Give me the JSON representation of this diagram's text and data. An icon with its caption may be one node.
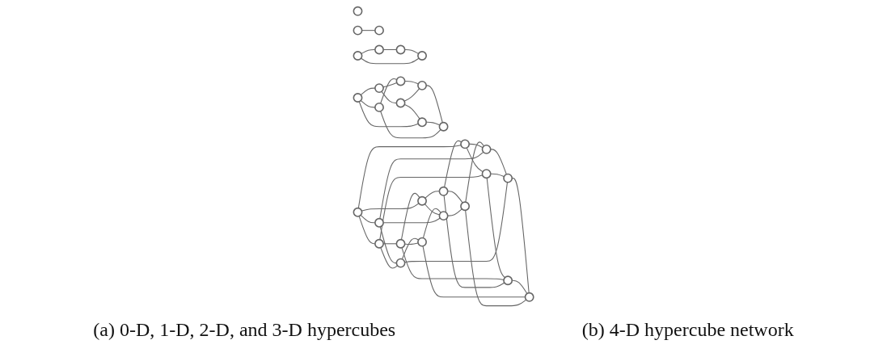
{
  "diagram": {
    "nodes": [
      {
        "text": [],
        "shape": "circle"
      },
      {
        "text": [],
        "shape": "circle"
      },
      {
        "text": [],
        "shape": "circle"
      },
      {
        "text": [],
        "shape": "circle"
      },
      {
        "text": [],
        "shape": "circle"
      },
      {
        "text": [],
        "shape": "circle"
      },
      {
        "text": [],
        "shape": "circle"
      },
      {
        "text": [],
        "shape": "circle"
      },
      {
        "text": [],
        "shape": "circle"
      },
      {
        "text": [],
        "shape": "circle"
      },
      {
        "text": [],
        "shape": "circle"
      },
      {
        "text": [],
        "shape": "circle"
      },
      {
        "text": [],
        "shape": "circle"
      },
      {
        "text": [],
        "shape": "circle"
      },
      {
        "text": [],
        "shape": "circle"
      },
      {
        "text": [],
        "shape": "circle"
      },
      {
        "text": [],
        "shape": "circle"
      },
      {
        "text": [],
        "shape": "circle"
      },
      {
        "text": [],
        "shape": "circle"
      },
      {
        "text": [],
        "shape": "circle"
      },
      {
        "text": [],
        "shape": "circle"
      },
      {
        "text": [],
        "shape": "circle"
      },
      {
        "text": [],
        "shape": "circle"
      },
      {
        "text": [],
        "shape": "circle"
      },
      {
        "text": [],
        "shape": "circle"
      },
      {
        "text": [],
        "shape": "circle"
      },
      {
        "text": [],
        "shape": "circle"
      },
      {
        "text": [],
        "shape": "circle"
      },
      {
        "text": [],
        "shape": "circle"
      },
      {
        "text": [],
        "shape": "circle"
      },
      {
        "text": [],
        "shape": "circle"
      }
    ],
    "edges": [
      {
        "from": 1,
        "to": 2,
        "arrow": "none"
      },
      {
        "from": 3,
        "to": 4,
        "arrow": "none"
      },
      {
        "from": 4,
        "to": 6,
        "arrow": "none"
      },
      {
        "from": 6,
        "to": 5,
        "arrow": "none"
      },
      {
        "from": 5,
        "to": 3,
        "arrow": "none"
      },
      {
        "from": 7,
        "to": 8,
        "arrow": "none"
      },
      {
        "from": 8,
        "to": 12,
        "arrow": "none"
      },
      {
        "from": 12,
        "to": 11,
        "arrow": "none"
      },
      {
        "from": 11,
        "to": 7,
        "arrow": "none"
      },
      {
        "from": 9,
        "to": 10,
        "arrow": "none"
      },
      {
        "from": 10,
        "to": 14,
        "arrow": "none"
      },
      {
        "from": 14,
        "to": 13,
        "arrow": "none"
      },
      {
        "from": 13,
        "to": 9,
        "arrow": "none"
      },
      {
        "from": 9,
        "to": 7,
        "arrow": "none"
      },
      {
        "from": 10,
        "to": 8,
        "arrow": "none"
      },
      {
        "from": 13,
        "to": 11,
        "arrow": "none"
      },
      {
        "from": 14,
        "to": 12,
        "arrow": "none"
      },
      {
        "from": 15,
        "to": 16,
        "arrow": "none"
      },
      {
        "from": 16,
        "to": 20,
        "arrow": "none"
      },
      {
        "from": 20,
        "to": 19,
        "arrow": "none"
      },
      {
        "from": 19,
        "to": 15,
        "arrow": "none"
      },
      {
        "from": 17,
        "to": 18,
        "arrow": "none"
      },
      {
        "from": 18,
        "to": 22,
        "arrow": "none"
      },
      {
        "from": 22,
        "to": 21,
        "arrow": "none"
      },
      {
        "from": 21,
        "to": 17,
        "arrow": "none"
      },
      {
        "from": 17,
        "to": 15,
        "arrow": "none"
      },
      {
        "from": 18,
        "to": 16,
        "arrow": "none"
      },
      {
        "from": 21,
        "to": 19,
        "arrow": "none"
      },
      {
        "from": 22,
        "to": 20,
        "arrow": "none"
      },
      {
        "from": 23,
        "to": 24,
        "arrow": "none"
      },
      {
        "from": 24,
        "to": 28,
        "arrow": "none"
      },
      {
        "from": 28,
        "to": 27,
        "arrow": "none"
      },
      {
        "from": 27,
        "to": 23,
        "arrow": "none"
      },
      {
        "from": 25,
        "to": 26,
        "arrow": "none"
      },
      {
        "from": 26,
        "to": 30,
        "arrow": "none"
      },
      {
        "from": 30,
        "to": 29,
        "arrow": "none"
      },
      {
        "from": 29,
        "to": 25,
        "arrow": "none"
      },
      {
        "from": 25,
        "to": 23,
        "arrow": "none"
      },
      {
        "from": 26,
        "to": 24,
        "arrow": "none"
      },
      {
        "from": 29,
        "to": 27,
        "arrow": "none"
      },
      {
        "from": 30,
        "to": 28,
        "arrow": "none"
      },
      {
        "from": 15,
        "to": 23,
        "arrow": "none"
      },
      {
        "from": 16,
        "to": 24,
        "arrow": "none"
      },
      {
        "from": 17,
        "to": 25,
        "arrow": "none"
      },
      {
        "from": 18,
        "to": 26,
        "arrow": "none"
      },
      {
        "from": 19,
        "to": 27,
        "arrow": "none"
      },
      {
        "from": 20,
        "to": 28,
        "arrow": "none"
      },
      {
        "from": 21,
        "to": 29,
        "arrow": "none"
      },
      {
        "from": 22,
        "to": 30,
        "arrow": "none"
      }
    ],
    "labels": [
      "(a) 0-D, 1-D, 2-D, and 3-D hypercubes",
      "(b) 4-D hypercube network"
    ]
  }
}
